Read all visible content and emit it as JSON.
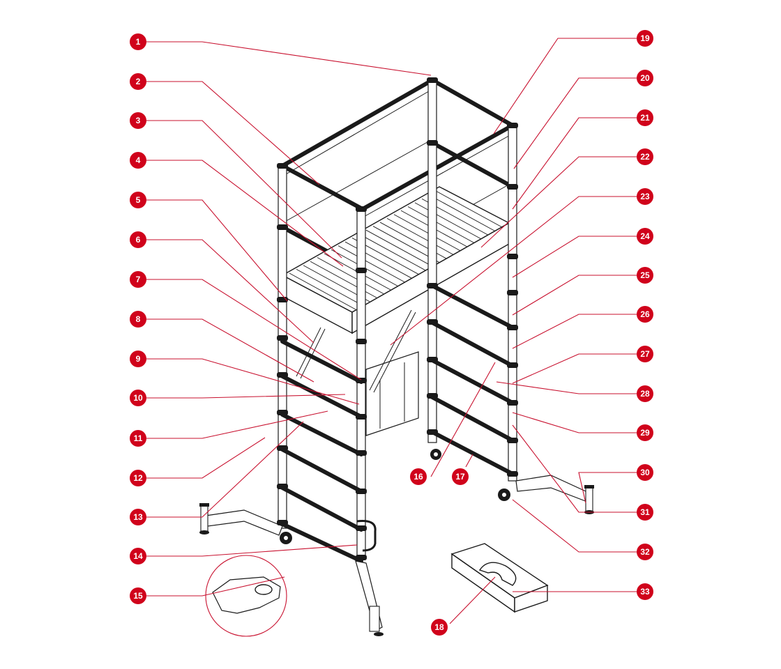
{
  "diagram": {
    "accent_color": "#d0021b",
    "line_color": "#1a1a1a",
    "callouts_left": [
      "1",
      "2",
      "3",
      "4",
      "5",
      "6",
      "7",
      "8",
      "9",
      "10",
      "11",
      "12",
      "13",
      "14",
      "15"
    ],
    "callouts_right": [
      "19",
      "20",
      "21",
      "22",
      "23",
      "24",
      "25",
      "26",
      "27",
      "28",
      "29",
      "30",
      "31",
      "32",
      "33"
    ],
    "callouts_bottom": [
      "16",
      "17",
      "18"
    ]
  }
}
